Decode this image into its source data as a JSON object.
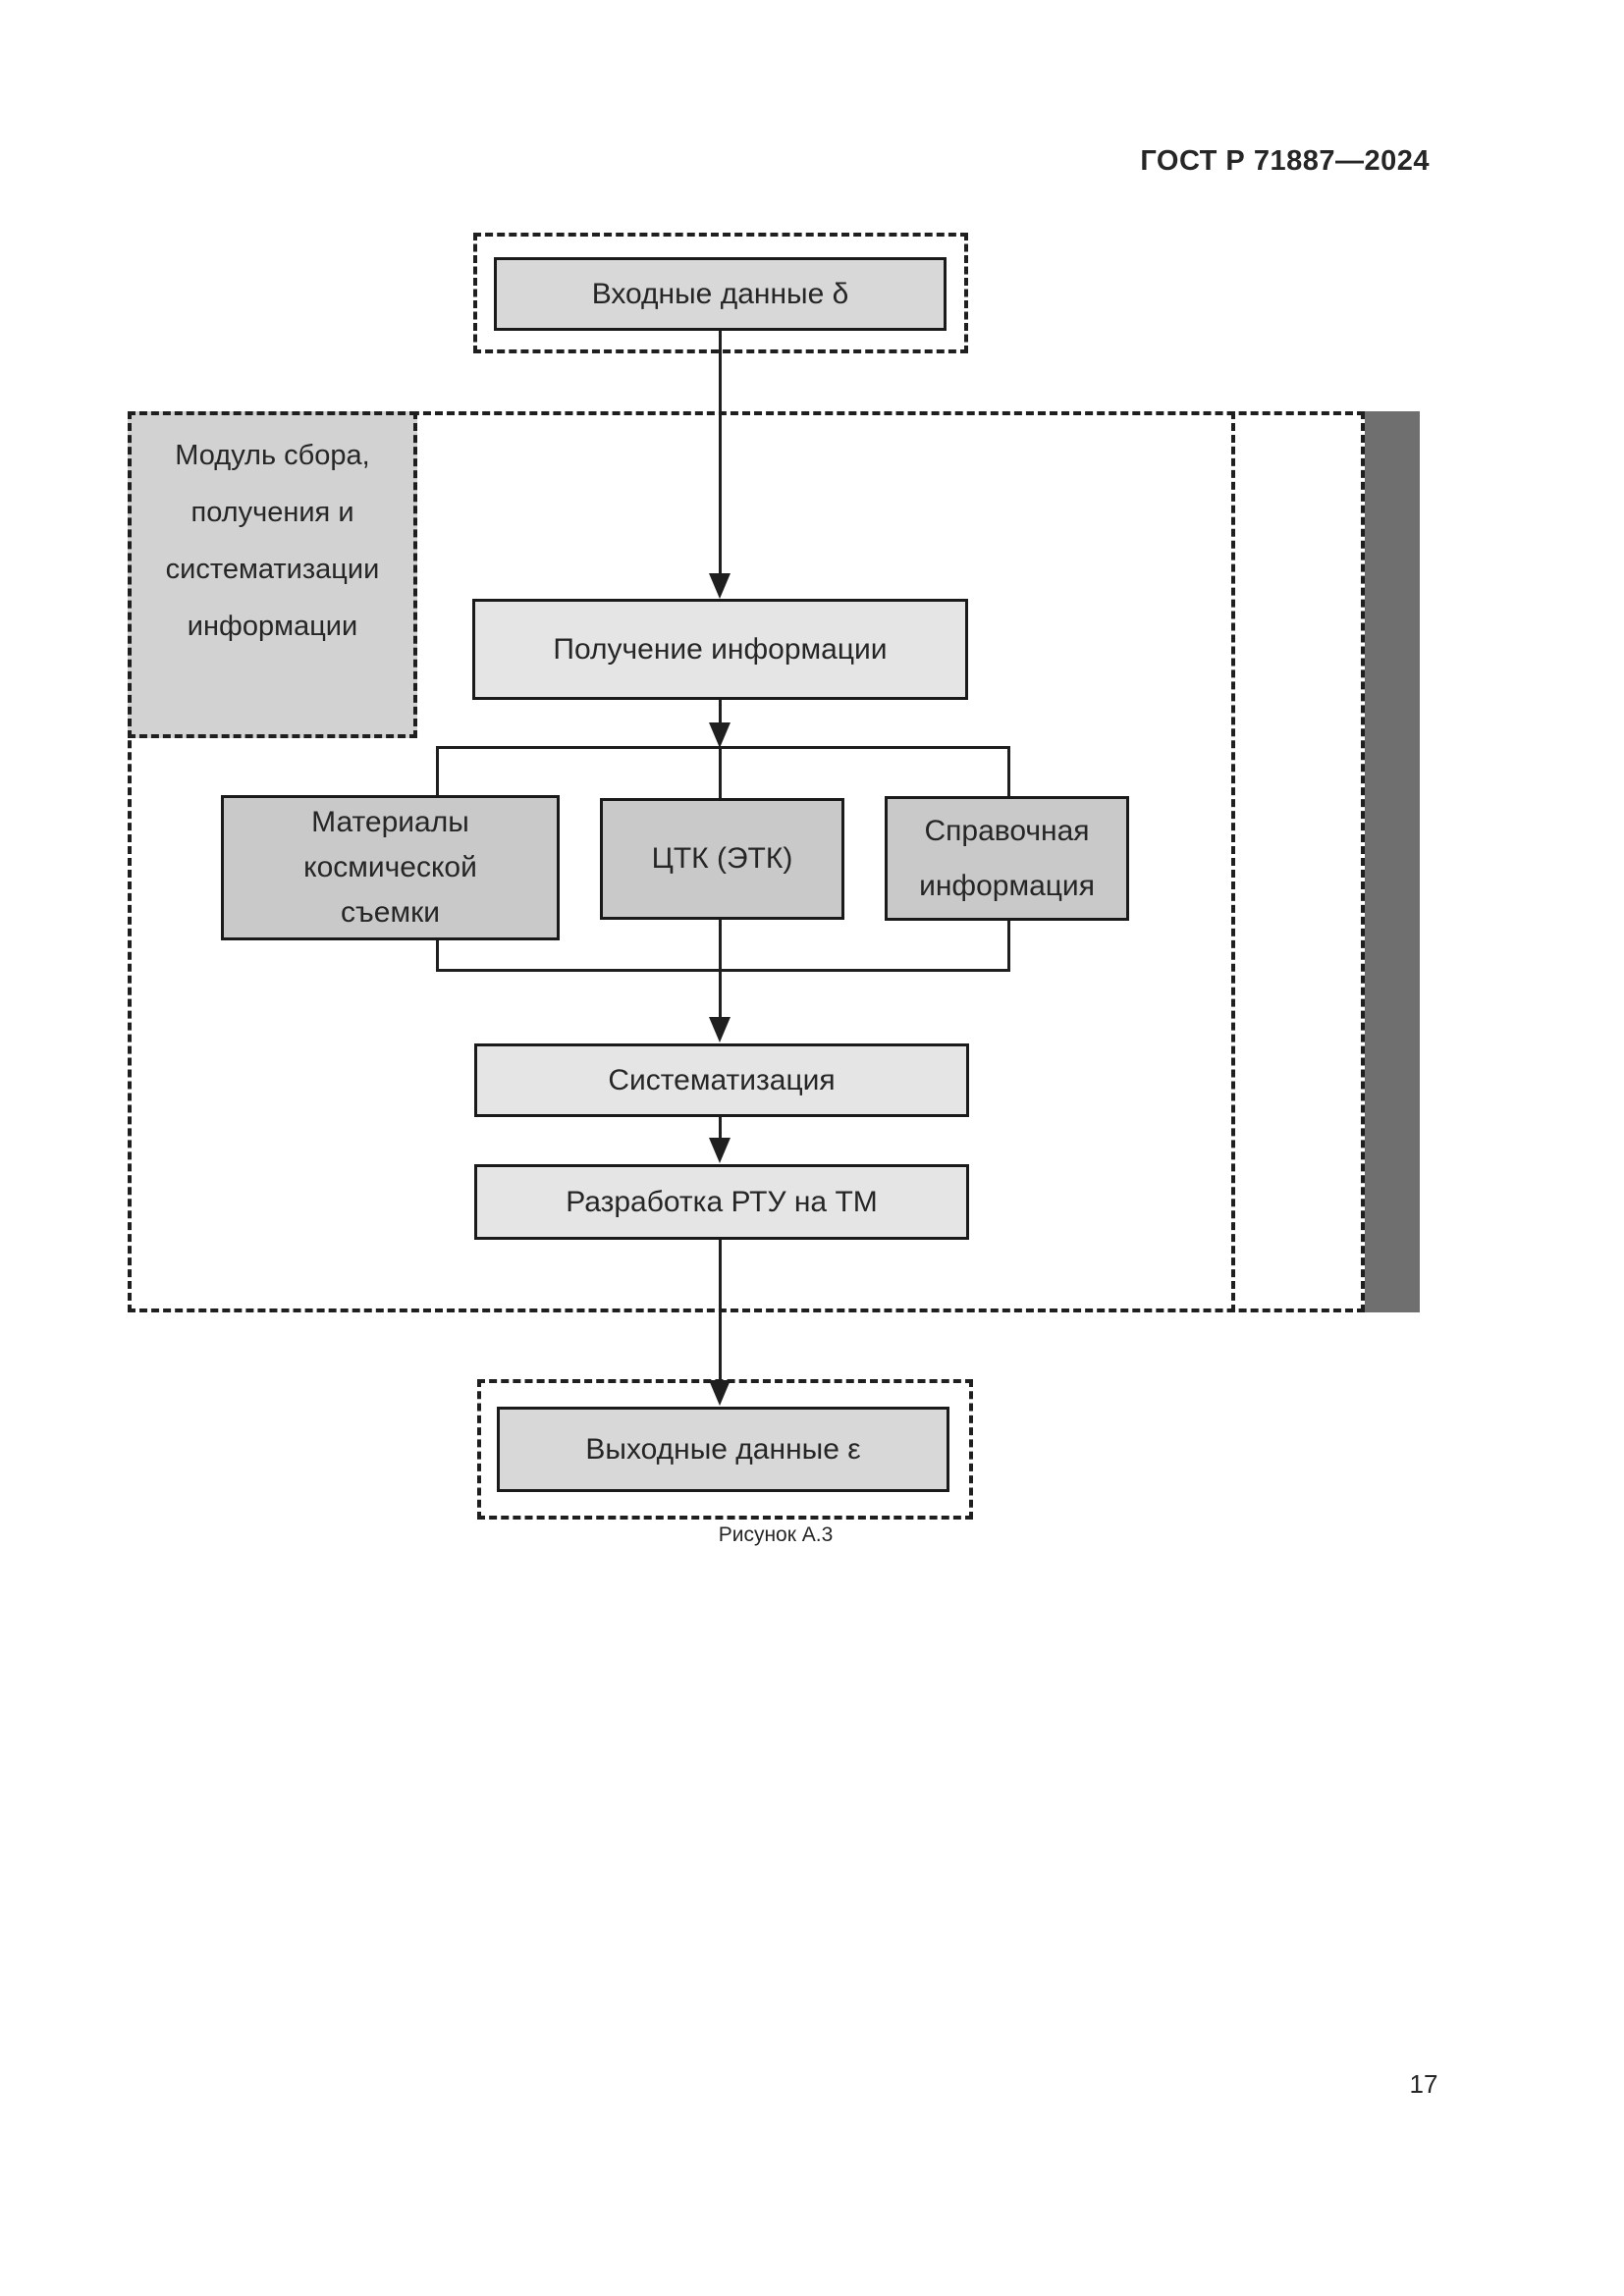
{
  "page": {
    "header": "ГОСТ Р 71887—2024",
    "caption": "Рисунок А.3",
    "page_number": "17"
  },
  "flow": {
    "input_label": "Входные данные δ",
    "module_label_lines": [
      "Модуль сбора,",
      "получения и",
      "систематизации",
      "информации"
    ],
    "receive_label": "Получение информации",
    "materials_lines": [
      "Материалы",
      "космической",
      "съемки"
    ],
    "ctk_label": "ЦТК (ЭТК)",
    "reference_lines": [
      "Справочная",
      "информация"
    ],
    "systematization_label": "Систематизация",
    "development_label": "Разработка РТУ на ТМ",
    "output_label": "Выходные данные ε"
  },
  "colors": {
    "process_box_fill": "#e5e5e5",
    "source_box_fill": "#c9c9c9",
    "io_box_fill": "#d8d8d8",
    "module_label_fill": "#d2d2d2",
    "sidebar_fill": "#6f6f6f",
    "line": "#1f1f1f"
  }
}
